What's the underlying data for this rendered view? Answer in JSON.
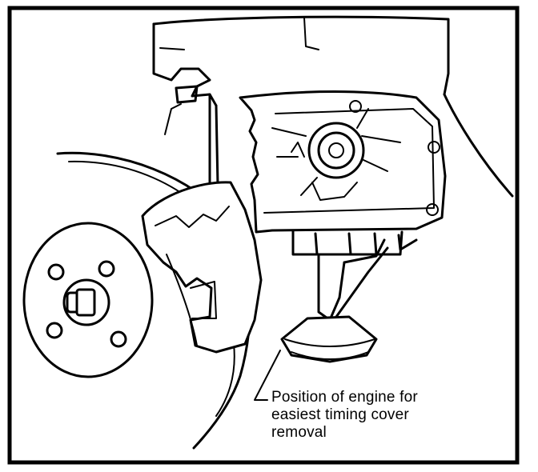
{
  "figure": {
    "caption_lines": [
      "Position of engine for",
      "easiest timing cover",
      "removal"
    ],
    "colors": {
      "ink": "#000000",
      "paper": "#ffffff"
    }
  }
}
